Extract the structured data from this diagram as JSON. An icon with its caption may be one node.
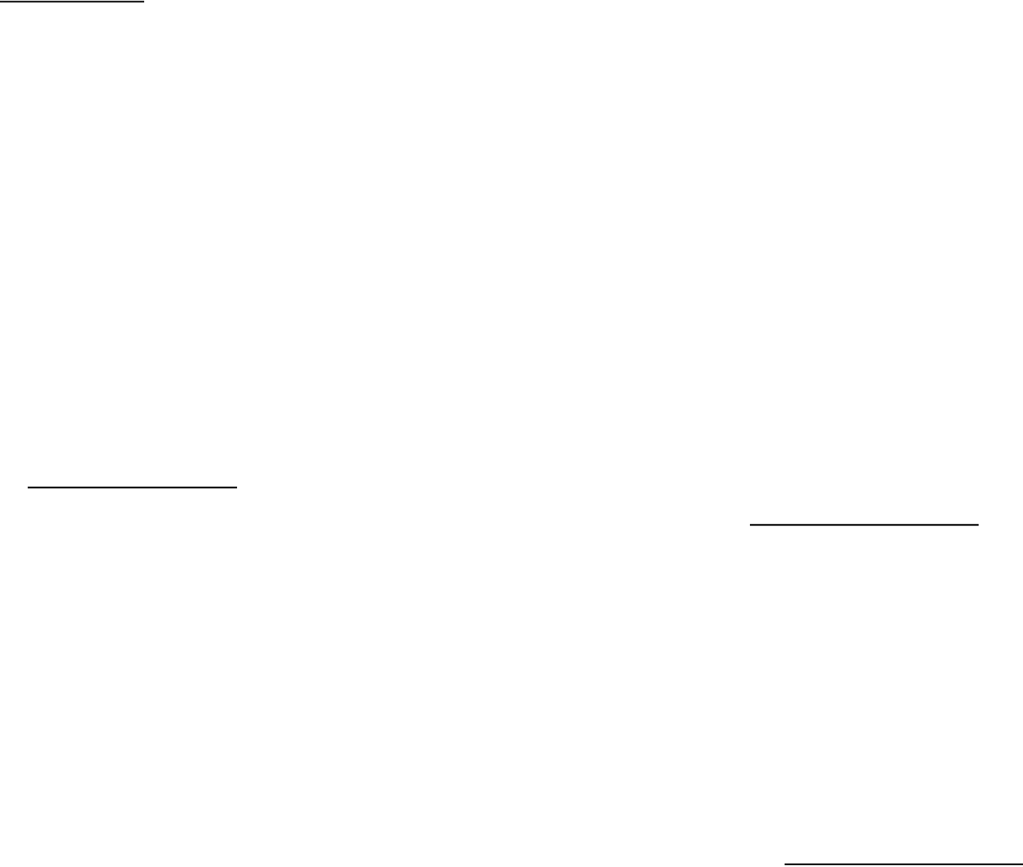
{
  "diagram": {
    "nodes": [
      {
        "text": [],
        "shape": "line"
      },
      {
        "text": [],
        "shape": "line"
      },
      {
        "text": [],
        "shape": "line"
      },
      {
        "text": [],
        "shape": "line"
      }
    ]
  }
}
